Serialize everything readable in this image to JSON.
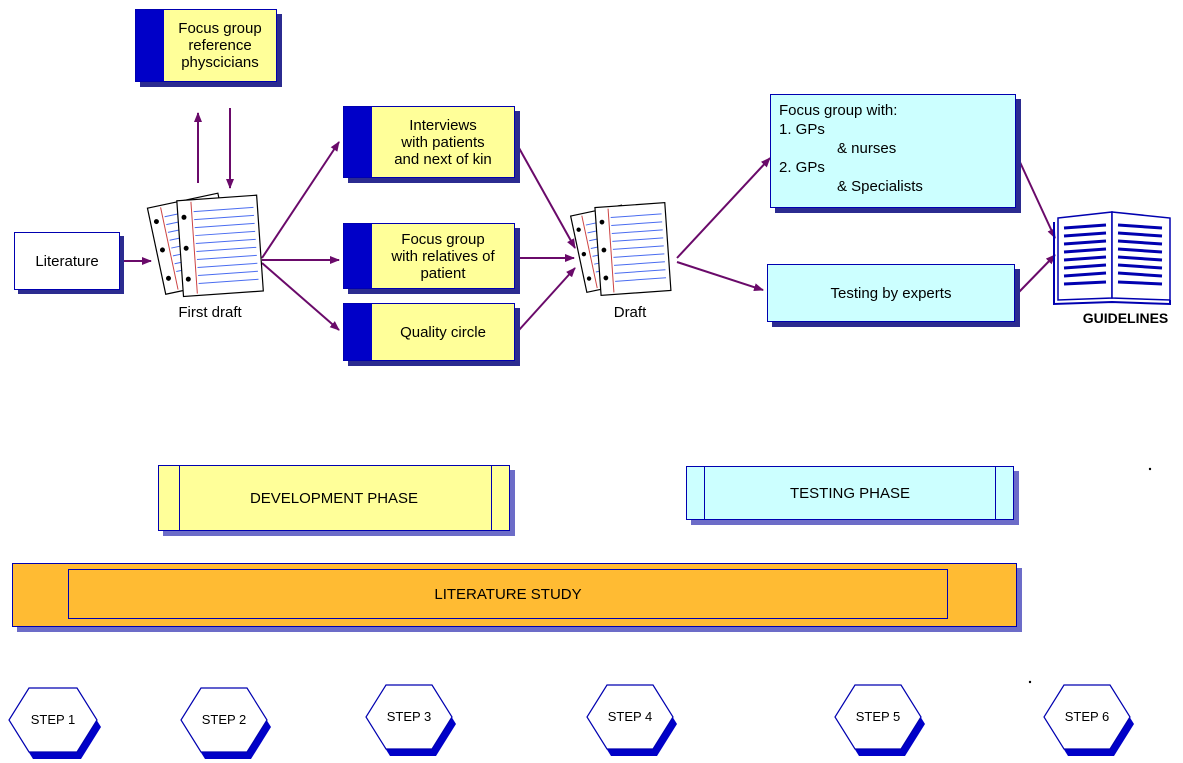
{
  "nodes": {
    "literature": "Literature",
    "first_draft": "First draft",
    "draft": "Draft",
    "guidelines": "GUIDELINES",
    "focus_ref": [
      "Focus group",
      "reference",
      "physcicians"
    ],
    "interviews": [
      "Interviews",
      "with patients",
      "and next of kin"
    ],
    "focus_relatives": [
      "Focus group",
      "with relatives of",
      "patient"
    ],
    "quality_circle": "Quality circle",
    "focus_gps": [
      "Focus group with:",
      "1. GPs",
      "& nurses",
      "2. GPs",
      "& Specialists"
    ],
    "testing_experts": "Testing by experts"
  },
  "phases": {
    "development": "DEVELOPMENT PHASE",
    "testing": "TESTING PHASE",
    "literature_study": "LITERATURE STUDY"
  },
  "steps": [
    "STEP 1",
    "STEP 2",
    "STEP 3",
    "STEP 4",
    "STEP 5",
    "STEP 6"
  ],
  "colors": {
    "yellow": "#ffff99",
    "cyan": "#ccffff",
    "orange": "#ffbb33",
    "navy": "#0000b0",
    "arrow": "#6a0a6a"
  }
}
